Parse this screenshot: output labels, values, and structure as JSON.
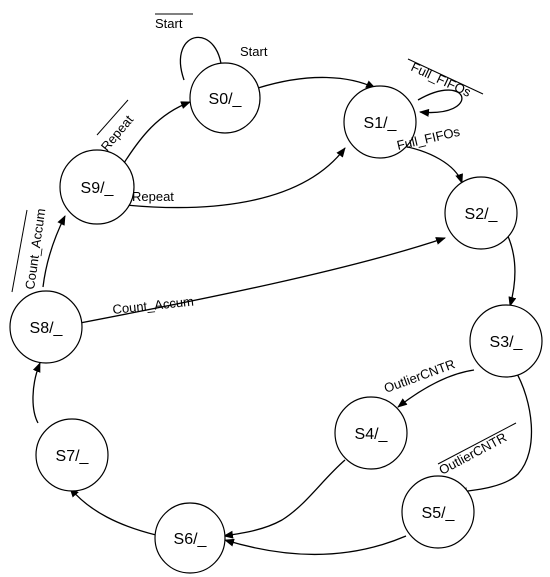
{
  "states": {
    "s0": "S0/_",
    "s1": "S1/_",
    "s2": "S2/_",
    "s3": "S3/_",
    "s4": "S4/_",
    "s5": "S5/_",
    "s6": "S6/_",
    "s7": "S7/_",
    "s8": "S8/_",
    "s9": "S9/_"
  },
  "transitions": {
    "start_not": "Start",
    "start": "Start",
    "full_fifos_not": "Full_FIFOs",
    "full_fifos": "Full_FIFOs",
    "repeat_not": "Repeat",
    "repeat": "Repeat",
    "count_accum_not": "Count_Accum",
    "count_accum": "Count_Accum",
    "outlier_cntr": "OutlierCNTR",
    "outlier_cntr_not": "OutlierCNTR"
  },
  "colors": {
    "line": "#000000",
    "background": "#ffffff"
  }
}
